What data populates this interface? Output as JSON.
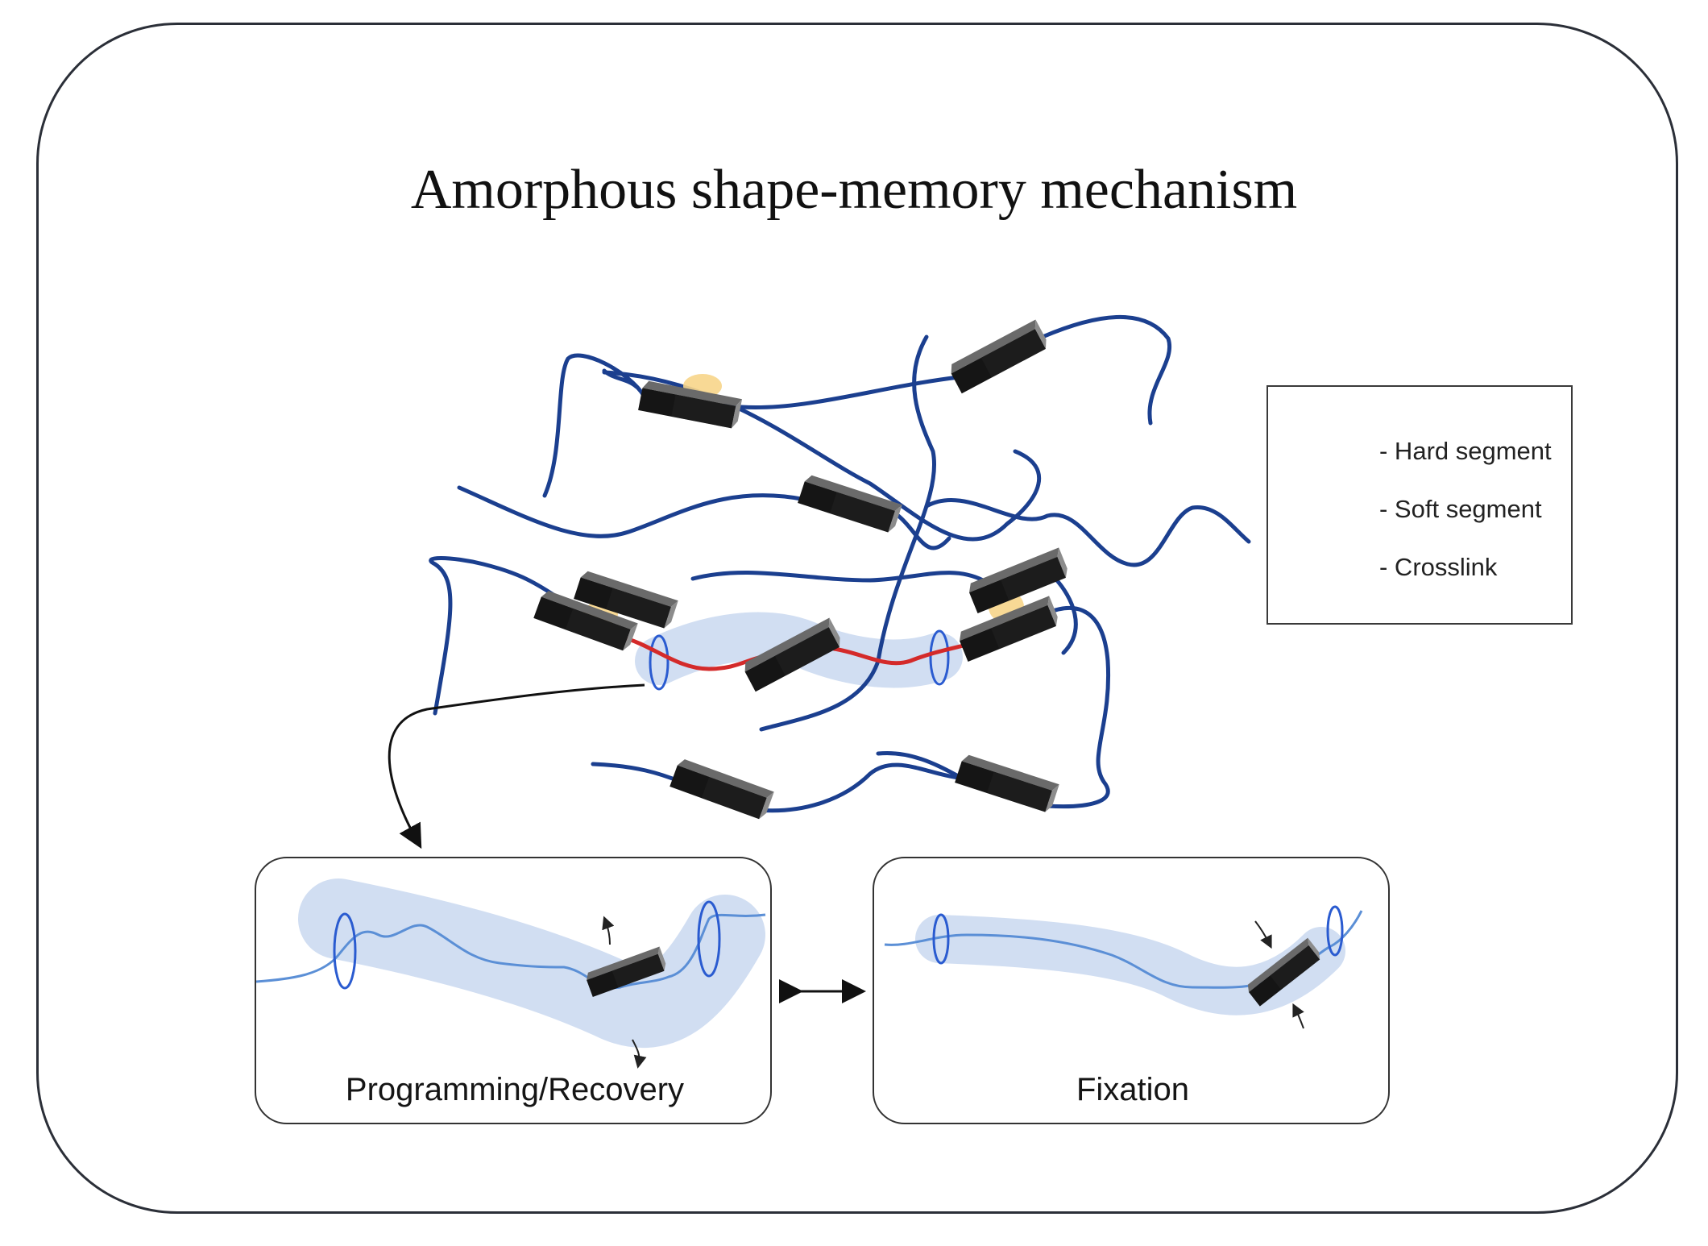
{
  "title": "Amorphous shape-memory mechanism",
  "legend": {
    "hard_segment": "- Hard segment",
    "soft_segment": "- Soft segment",
    "crosslink": "- Crosslink"
  },
  "panels": {
    "left_label": "Programming/Recovery",
    "right_label": "Fixation"
  },
  "colors": {
    "soft_segment": "#1b3f8f",
    "highlighted_chain": "#d42a2a",
    "hard_segment_dark": "#151515",
    "hard_segment_side": "#8c8c8c",
    "crosslink": "#f7d58a",
    "tube": "#c9d8f0",
    "panel_chain": "#5b8fd6"
  }
}
